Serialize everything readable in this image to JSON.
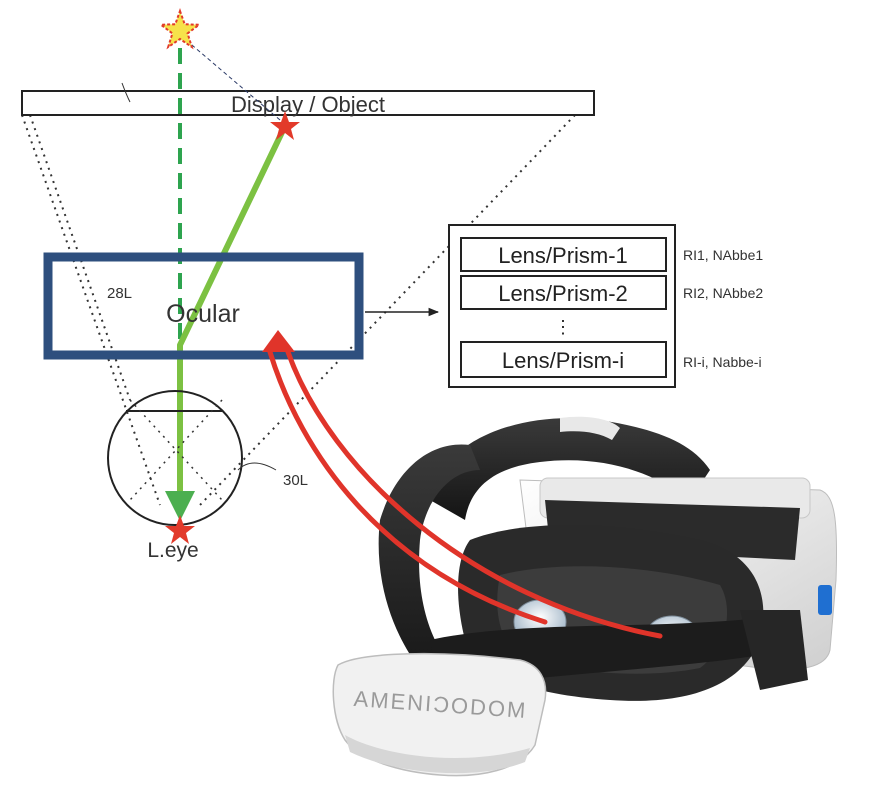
{
  "diagram": {
    "display_label": "Display / Object",
    "ocular_label": "Ocular",
    "ocular_ref": "28L",
    "eye_ref": "30L",
    "eye_label": "L.eye",
    "lens_stack": [
      {
        "name": "Lens/Prism-1",
        "params": "RI1, NAbbe1"
      },
      {
        "name": "Lens/Prism-2",
        "params": "RI2, NAbbe2"
      },
      {
        "name": "Lens/Prism-i",
        "params": "RI-i, Nabbe-i"
      }
    ],
    "ellipsis": "⋮"
  },
  "headset": {
    "brand": "AMENIƆODOM",
    "colors": {
      "shell": "#f2f2f2",
      "strap": "#1e1e1e",
      "foam": "#2a2a2a",
      "accent": "#1f6fd1"
    }
  },
  "colors": {
    "ocular_border": "#2e4f7e",
    "ray_green": "#7cc142",
    "ray_dashed": "#2ea44f",
    "marker_red": "#e23a2a",
    "star_yellow": "#f6e24a",
    "pointer_red": "#e0342a"
  }
}
